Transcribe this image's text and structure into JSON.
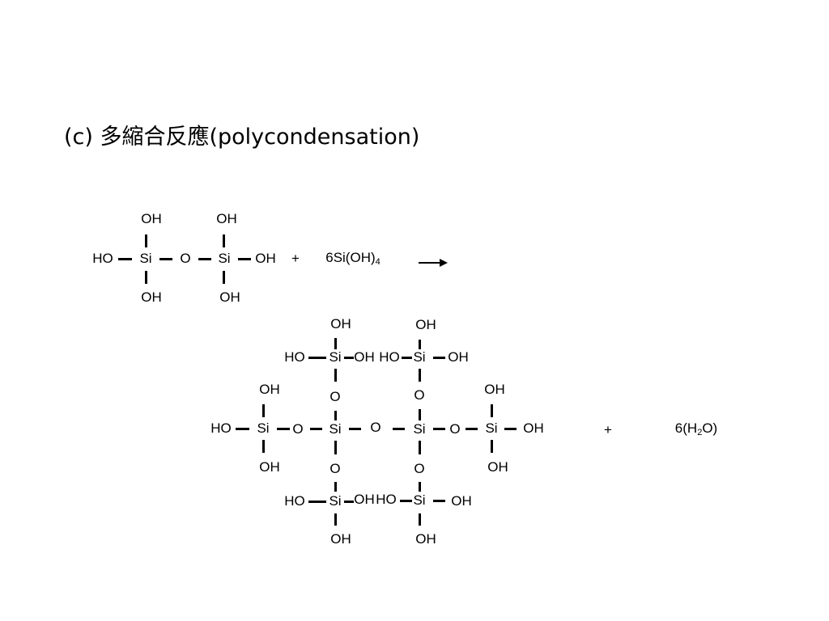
{
  "title": "(c) 多縮合反應(polycondensation)",
  "labels": {
    "si": "Si",
    "o": "O",
    "oh": "OH",
    "ho": "HO",
    "plus": "+"
  },
  "reactant2": {
    "prefix": "6Si(OH)",
    "subscript": "4"
  },
  "byproduct": {
    "prefix": "6(H",
    "subscript": "2",
    "suffix": "O)"
  },
  "colors": {
    "ink": "#000000",
    "background": "#ffffff"
  }
}
